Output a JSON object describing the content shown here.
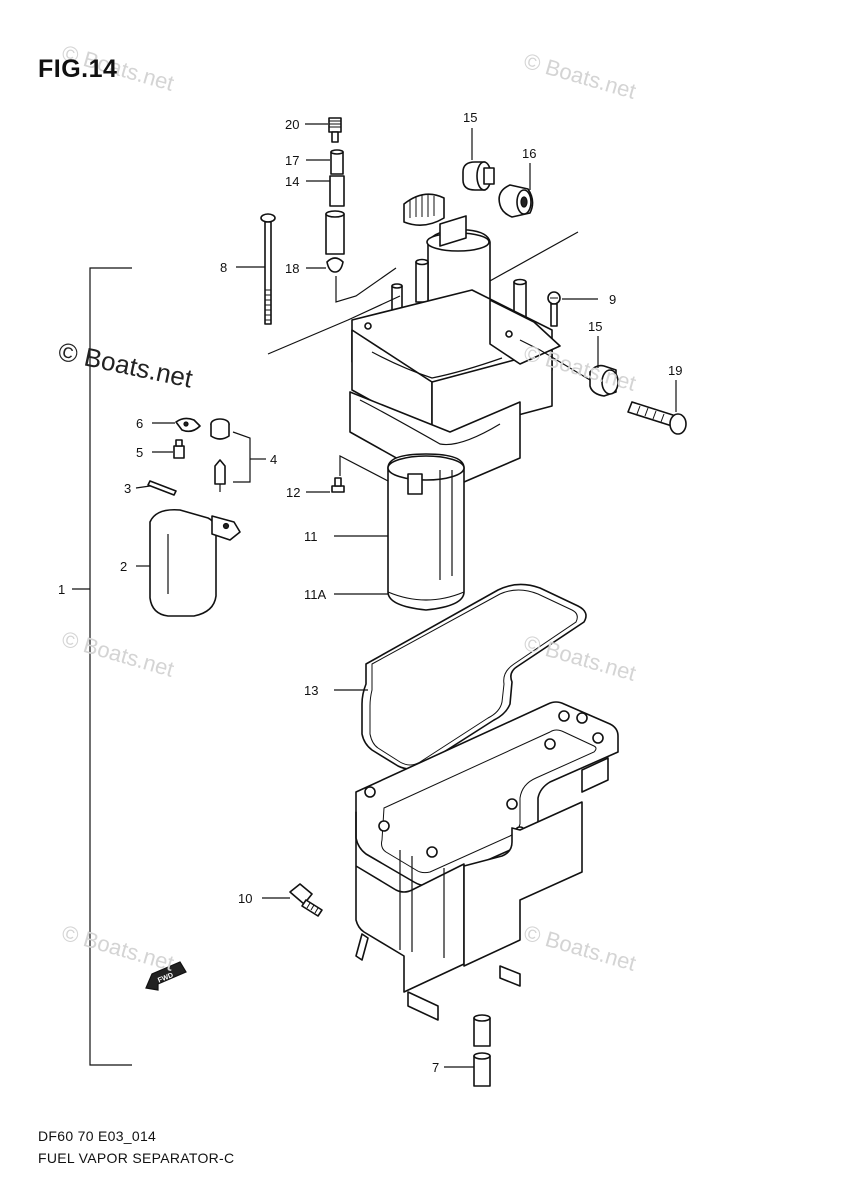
{
  "figure": {
    "title": "FIG.14",
    "code": "DF60 70 E03_014",
    "name": "FUEL VAPOR SEPARATOR-C"
  },
  "watermark": {
    "text": "© Boats.net"
  },
  "callouts": {
    "c1": "1",
    "c2": "2",
    "c3": "3",
    "c4": "4",
    "c5": "5",
    "c6": "6",
    "c7": "7",
    "c8": "8",
    "c9": "9",
    "c10": "10",
    "c11": "11",
    "c11a": "11A",
    "c12": "12",
    "c13": "13",
    "c14": "14",
    "c15a": "15",
    "c15b": "15",
    "c16": "16",
    "c17": "17",
    "c18": "18",
    "c19": "19",
    "c20": "20"
  },
  "fwd_arrow": {
    "label": "FWD"
  }
}
